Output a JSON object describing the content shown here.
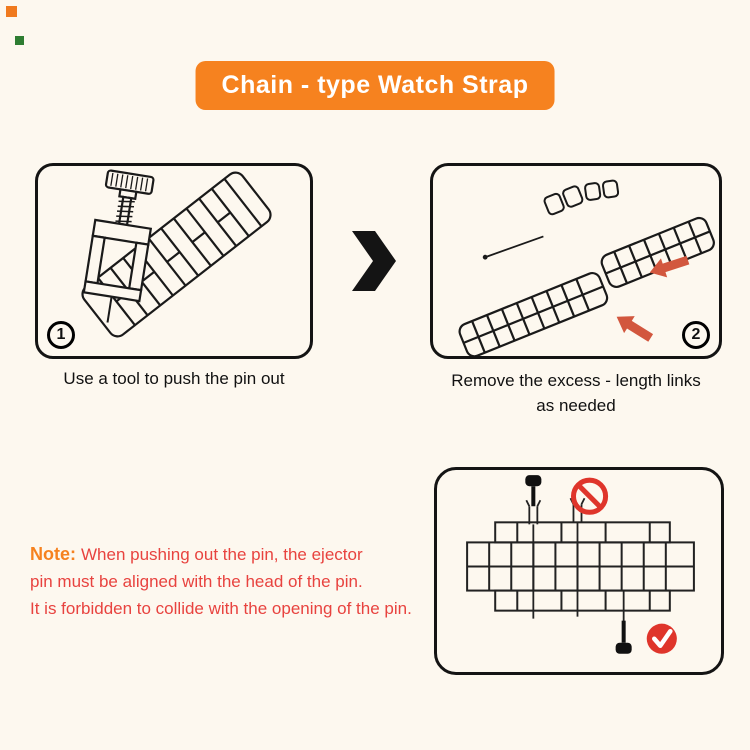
{
  "page": {
    "title": "Chain - type Watch Strap"
  },
  "steps": [
    {
      "number": "1",
      "caption": "Use a tool to push the pin out"
    },
    {
      "number": "2",
      "caption_line1": "Remove the excess - length links",
      "caption_line2": "as needed"
    }
  ],
  "note": {
    "label": "Note:",
    "lines": [
      "When pushing out the pin, the ejector",
      "pin must be aligned with the head of the pin.",
      "It is forbidden to collide with the opening of the pin."
    ]
  },
  "icons": {
    "chevron_right": "chevron-right",
    "red_arrow": "red-arrow",
    "prohibition": "prohibition-circle-slash",
    "check": "check-circle"
  },
  "colors": {
    "background": "#fdf8ef",
    "title_bg": "#f6821f",
    "title_text": "#ffffff",
    "note_label": "#f6821f",
    "note_text": "#e8433f",
    "arrow_red": "#d2573e",
    "sign_red": "#df352b",
    "line_black": "#1a1a1a"
  }
}
